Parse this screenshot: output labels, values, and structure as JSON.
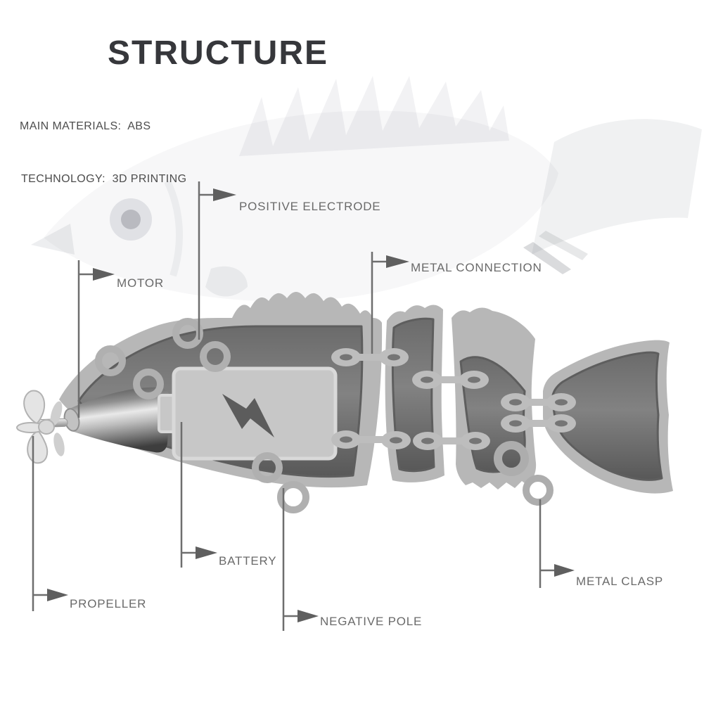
{
  "title": "STRUCTURE",
  "specs": {
    "materials": "MAIN MATERIALS:  ABS",
    "technology": "TECHNOLOGY:  3D PRINTING"
  },
  "callouts": {
    "positive_electrode": "POSITIVE ELECTRODE",
    "metal_connection": "METAL CONNECTION",
    "motor": "MOTOR",
    "battery": "BATTERY",
    "propeller": "PROPELLER",
    "negative_pole": "NEGATIVE POLE",
    "metal_clasp": "METAL CLASP"
  },
  "diagram": {
    "subject": "segmented robotic fish lure cutaway",
    "segments": 4,
    "icons": [
      "lightning-bolt-icon",
      "arrow-right-icon"
    ],
    "colors": {
      "title_text": "#36373b",
      "spec_text": "#4d4d4d",
      "label_text": "#6a6a6a",
      "leader_line": "#6e6e6e",
      "arrowhead": "#5f5f5f",
      "shell_gray": "#b7b7b7",
      "cavity_gray": "#757575",
      "battery_fill": "#c7c7c7",
      "battery_border": "#d9d9d9",
      "bolt_gray": "#5c5c5c",
      "ring_gray": "#b0b0b0"
    }
  }
}
